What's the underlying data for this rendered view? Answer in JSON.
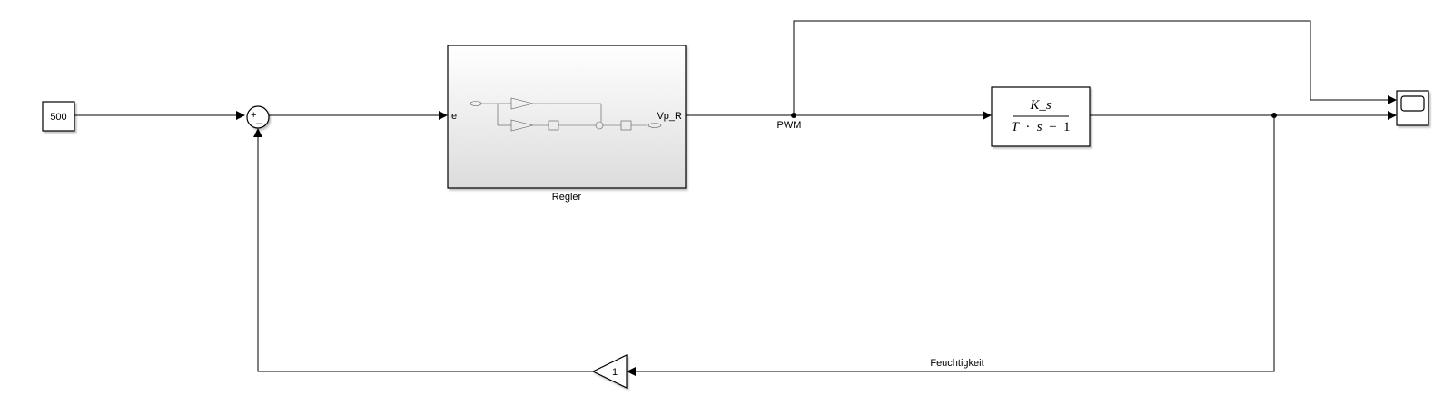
{
  "constant_block": {
    "value": "500"
  },
  "sum_block": {
    "plus_sign": "+",
    "minus_sign": "–"
  },
  "subsystem": {
    "name": "Regler",
    "input_port": "e",
    "output_port": "Vp_R"
  },
  "signals": {
    "pwm": "PWM",
    "feedback": "Feuchtigkeit"
  },
  "transfer_function": {
    "numerator": "K_s",
    "denominator_T": "T",
    "denominator_dot": "·",
    "denominator_s": "s",
    "denominator_plus": "+",
    "denominator_one": "1"
  },
  "gain_block": {
    "value": "1"
  },
  "scope": {
    "icon": "scope-icon"
  }
}
